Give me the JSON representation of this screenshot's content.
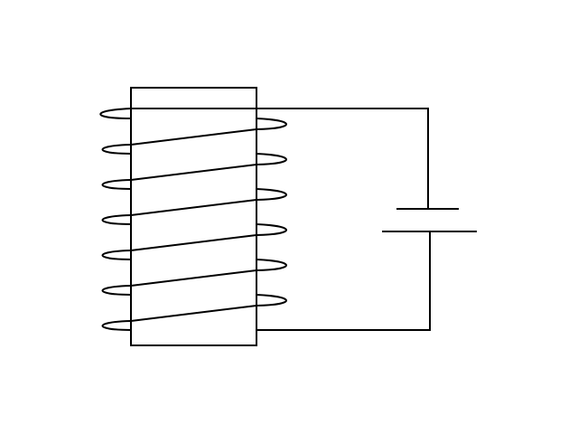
{
  "diagram": {
    "kind": "electromagnet circuit",
    "components": [
      "iron core",
      "coil",
      "battery",
      "wires"
    ],
    "coil_turns": 7,
    "colors": {
      "background": "#ffffff",
      "line": "#000000"
    }
  }
}
